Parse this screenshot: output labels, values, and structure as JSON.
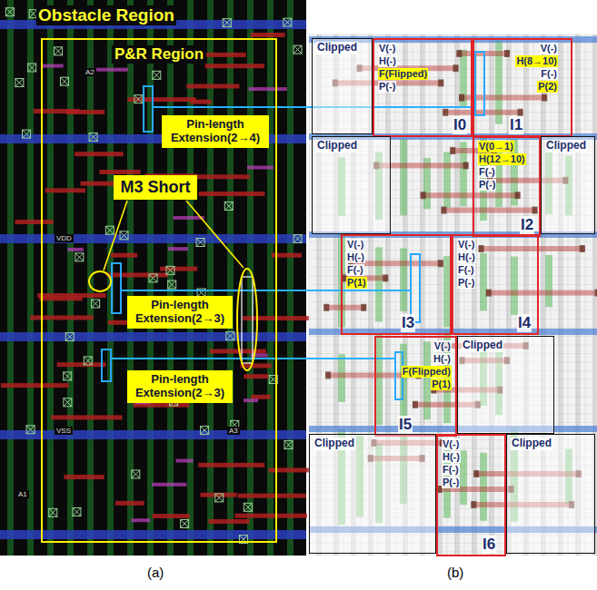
{
  "diagram": {
    "nodes": [
      {
        "text": [
          "P&R Region"
        ]
      },
      {
        "text": [
          "Pin-length Extension(2→4)"
        ],
        "in": 0
      },
      {
        "text": [
          "M3 Short"
        ],
        "in": 0
      },
      {
        "text": [
          "Pin-length Extension(2→3)"
        ],
        "in": 0
      },
      {
        "text": [
          "Pin-length Extension(2→3)"
        ],
        "in": 0
      },
      {
        "text": [
          "Clipped"
        ]
      },
      {
        "text": [
          "V(-)",
          "H(-)",
          "F(Flipped)",
          "P(-)",
          "I0"
        ]
      },
      {
        "text": [
          "V(-)",
          "H(8→10)",
          "F(-)",
          "P(2)",
          "I1"
        ]
      },
      {
        "text": [
          "Clipped"
        ]
      },
      {
        "text": [
          "V(0→1)",
          "H(12→10)",
          "F(-)",
          "P(-)",
          "I2"
        ]
      },
      {
        "text": [
          "Clipped"
        ]
      },
      {
        "text": [
          "V(-)",
          "H(-)",
          "F(-)",
          "P(1)",
          "I3"
        ]
      },
      {
        "text": [
          "V(-)",
          "H(-)",
          "F(-)",
          "P(-)",
          "I4"
        ]
      },
      {
        "text": [
          "V(-)",
          "H(-)",
          "F(Flipped)",
          "P(1)",
          "I5"
        ]
      },
      {
        "text": [
          "Clipped"
        ]
      },
      {
        "text": [
          "Clipped"
        ]
      },
      {
        "text": [
          "V(-)",
          "H(-)",
          "F(-)",
          "P(-)",
          "I6"
        ]
      },
      {
        "text": [
          "Clipped"
        ]
      }
    ],
    "labels": [
      "Obstacle Region",
      "A2",
      "A3",
      "A1",
      "VDD",
      "VSS",
      "(a)",
      "(b)"
    ]
  }
}
